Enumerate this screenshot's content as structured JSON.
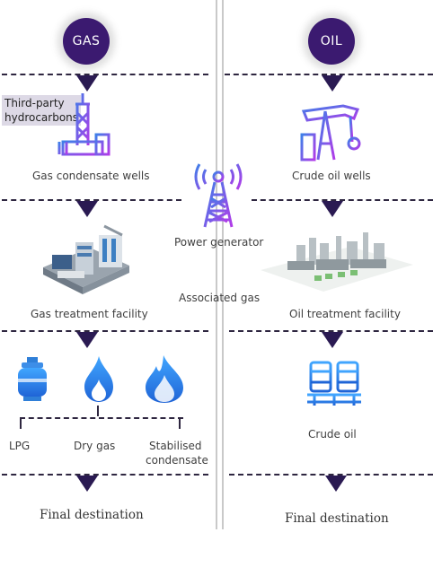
{
  "badges": {
    "gas": "GAS",
    "oil": "OIL"
  },
  "left": {
    "callout_line1": "Third-party",
    "callout_line2": "hydrocarbons",
    "wells": "Gas condensate wells",
    "facility": "Gas treatment facility",
    "products": [
      "LPG",
      "Dry gas",
      "Stabilised",
      "condensate"
    ],
    "final": "Final destination"
  },
  "center": {
    "power": "Power generator",
    "associated": "Associated gas"
  },
  "right": {
    "wells": "Crude oil wells",
    "facility": "Oil treatment facility",
    "crude": "Crude oil",
    "final": "Final destination"
  },
  "colors": {
    "purple": "#3b1a70",
    "blue": "#2f7fd8",
    "grad_a": "#2f80ed",
    "grad_b": "#a43cf0"
  }
}
